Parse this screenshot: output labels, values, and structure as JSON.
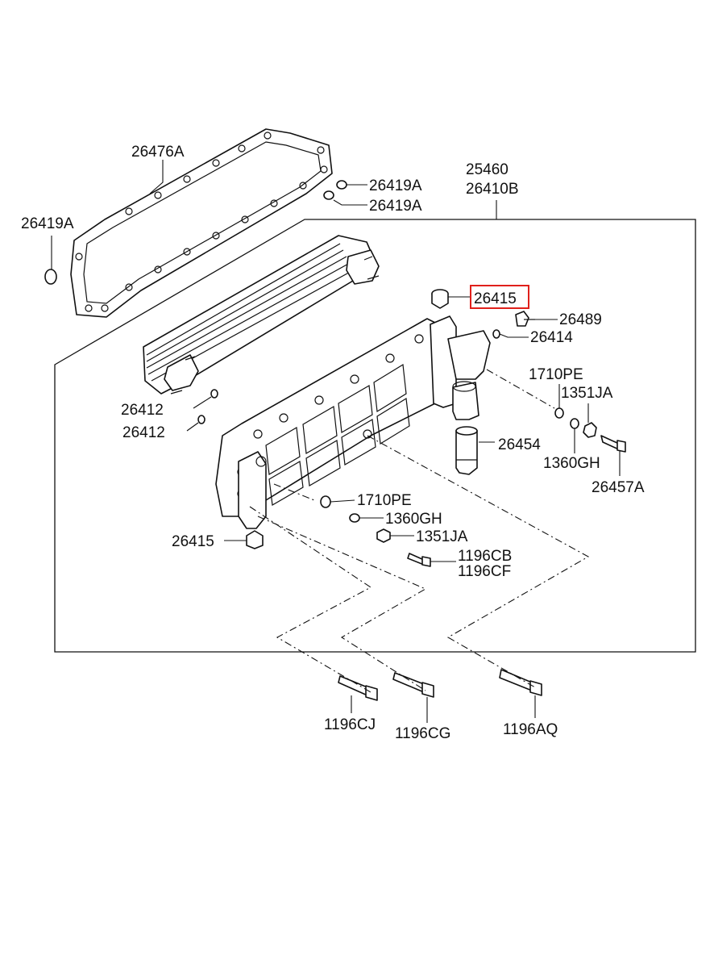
{
  "labels": {
    "gasket_cover": "26476A",
    "oring_top_1": "26419A",
    "oring_top_2": "26419A",
    "oring_left": "26419A",
    "assembly_1": "25460",
    "assembly_2": "26410B",
    "plug_highlighted": "26415",
    "bolt_26489": "26489",
    "oring_26414": "26414",
    "washer_right": "1710PE",
    "nut_right": "1351JA",
    "valve": "26454",
    "washer_right_2": "1360GH",
    "bolt_right": "26457A",
    "oring_26412_a": "26412",
    "oring_26412_b": "26412",
    "washer_mid": "1710PE",
    "washer_mid_2": "1360GH",
    "nut_mid": "1351JA",
    "plug_lower": "26415",
    "bolt_mid_1": "1196CB",
    "bolt_mid_2": "1196CF",
    "bolt_bottom_1": "1196CJ",
    "bolt_bottom_2": "1196CG",
    "bolt_bottom_3": "1196AQ"
  },
  "highlight": {
    "color": "#e0201b",
    "target": "26415"
  }
}
